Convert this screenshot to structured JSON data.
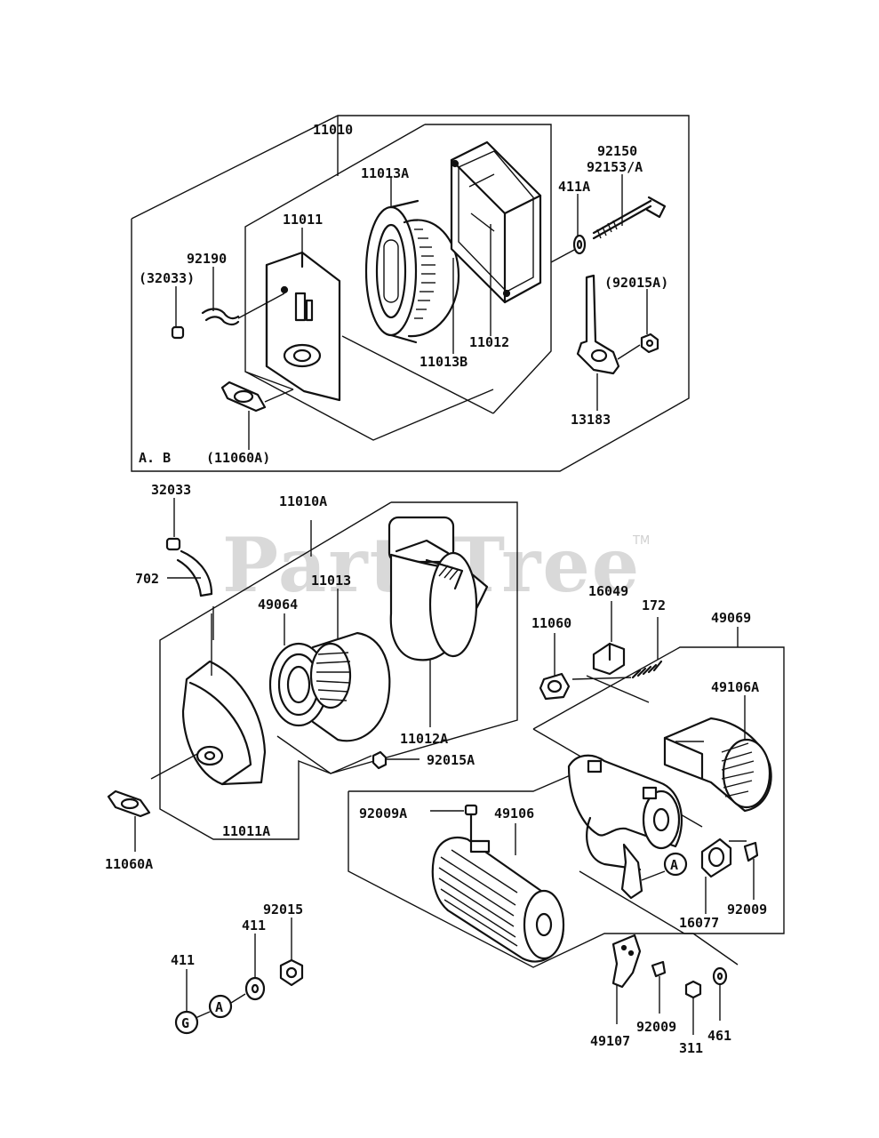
{
  "watermark": {
    "text": "PartsTree",
    "trademark": "TM"
  },
  "group_label": "A. B",
  "callouts": {
    "A1": "A",
    "A2": "A"
  },
  "labels": [
    {
      "id": "11010",
      "text": "11010"
    },
    {
      "id": "92150",
      "text": "92150"
    },
    {
      "id": "92153A",
      "text": "92153/A"
    },
    {
      "id": "11013A",
      "text": "11013A"
    },
    {
      "id": "411A",
      "text": "411A"
    },
    {
      "id": "11011",
      "text": "11011"
    },
    {
      "id": "92190",
      "text": "92190"
    },
    {
      "id": "32033p",
      "text": "(32033)"
    },
    {
      "id": "92015Ap",
      "text": "(92015A)"
    },
    {
      "id": "11012",
      "text": "11012"
    },
    {
      "id": "11013B",
      "text": "11013B"
    },
    {
      "id": "13183",
      "text": "13183"
    },
    {
      "id": "11060Ap",
      "text": "(11060A)"
    },
    {
      "id": "32033",
      "text": "32033"
    },
    {
      "id": "11010A",
      "text": "11010A"
    },
    {
      "id": "702",
      "text": "702"
    },
    {
      "id": "11013",
      "text": "11013"
    },
    {
      "id": "49064",
      "text": "49064"
    },
    {
      "id": "16049",
      "text": "16049"
    },
    {
      "id": "172",
      "text": "172"
    },
    {
      "id": "11060",
      "text": "11060"
    },
    {
      "id": "49069",
      "text": "49069"
    },
    {
      "id": "49106A",
      "text": "49106A"
    },
    {
      "id": "11012A",
      "text": "11012A"
    },
    {
      "id": "92015A",
      "text": "92015A"
    },
    {
      "id": "92009A",
      "text": "92009A"
    },
    {
      "id": "49106",
      "text": "49106"
    },
    {
      "id": "11011A",
      "text": "11011A"
    },
    {
      "id": "11060A",
      "text": "11060A"
    },
    {
      "id": "16077",
      "text": "16077"
    },
    {
      "id": "92009a",
      "text": "92009"
    },
    {
      "id": "92015",
      "text": "92015"
    },
    {
      "id": "411a",
      "text": "411"
    },
    {
      "id": "411b",
      "text": "411"
    },
    {
      "id": "92009b",
      "text": "92009"
    },
    {
      "id": "311",
      "text": "311"
    },
    {
      "id": "461",
      "text": "461"
    },
    {
      "id": "49107",
      "text": "49107"
    }
  ]
}
